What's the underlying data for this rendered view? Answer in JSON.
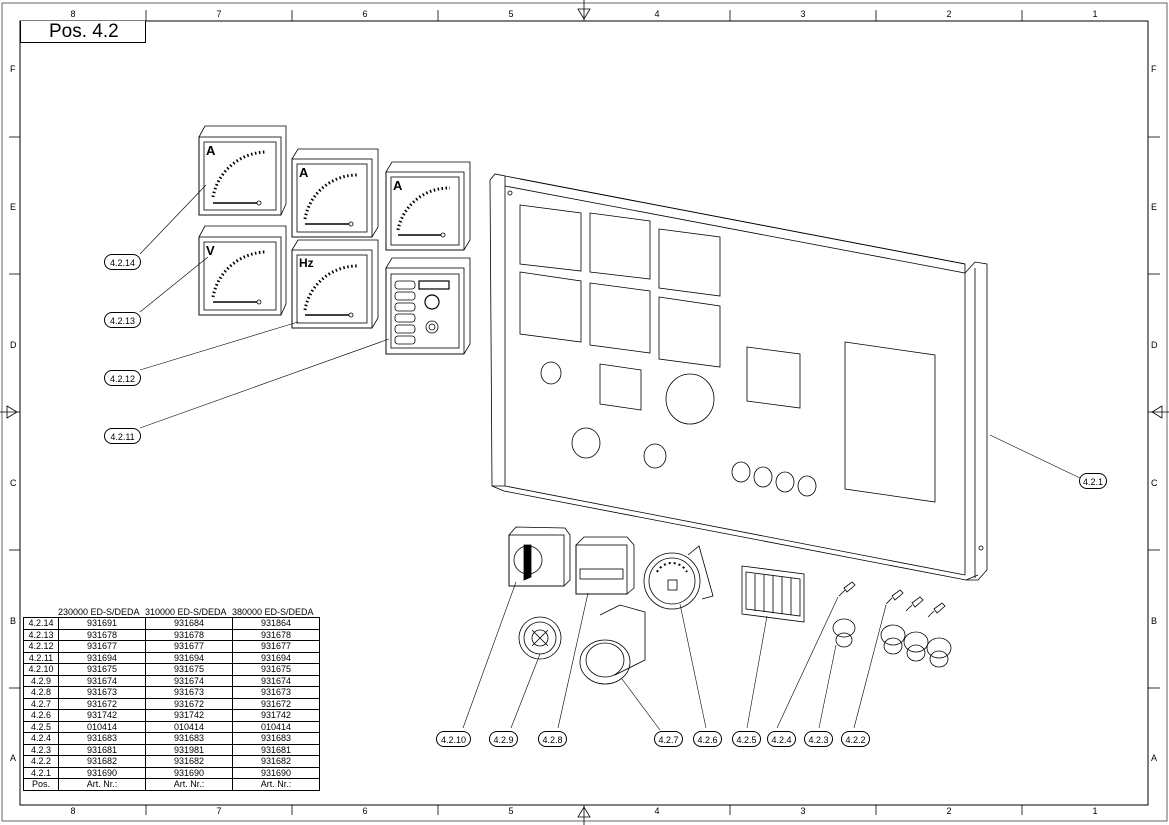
{
  "title": "Pos. 4.2",
  "columns_top": [
    "8",
    "7",
    "6",
    "5",
    "4",
    "3",
    "2",
    "1"
  ],
  "columns_bottom": [
    "8",
    "7",
    "6",
    "5",
    "4",
    "3",
    "2",
    "1"
  ],
  "rows_left": [
    "F",
    "E",
    "D",
    "C",
    "B",
    "A"
  ],
  "rows_right": [
    "F",
    "E",
    "D",
    "C",
    "B",
    "A"
  ],
  "callouts": {
    "c1": "4.2.1",
    "c2": "4.2.2",
    "c3": "4.2.3",
    "c4": "4.2.4",
    "c5": "4.2.5",
    "c6": "4.2.6",
    "c7": "4.2.7",
    "c8": "4.2.8",
    "c9": "4.2.9",
    "c10": "4.2.10",
    "c11": "4.2.11",
    "c12": "4.2.12",
    "c13": "4.2.13",
    "c14": "4.2.14"
  },
  "meters": {
    "a": "A",
    "v": "V",
    "hz": "Hz"
  },
  "table": {
    "headers": [
      "230000 ED-S/DEDA",
      "310000 ED-S/DEDA",
      "380000 ED-S/DEDA"
    ],
    "rows": [
      {
        "pos": "4.2.14",
        "a": "931691",
        "b": "931684",
        "c": "931864"
      },
      {
        "pos": "4.2.13",
        "a": "931678",
        "b": "931678",
        "c": "931678"
      },
      {
        "pos": "4.2.12",
        "a": "931677",
        "b": "931677",
        "c": "931677"
      },
      {
        "pos": "4.2.11",
        "a": "931694",
        "b": "931694",
        "c": "931694"
      },
      {
        "pos": "4.2.10",
        "a": "931675",
        "b": "931675",
        "c": "931675"
      },
      {
        "pos": "4.2.9",
        "a": "931674",
        "b": "931674",
        "c": "931674"
      },
      {
        "pos": "4.2.8",
        "a": "931673",
        "b": "931673",
        "c": "931673"
      },
      {
        "pos": "4.2.7",
        "a": "931672",
        "b": "931672",
        "c": "931672"
      },
      {
        "pos": "4.2.6",
        "a": "931742",
        "b": "931742",
        "c": "931742"
      },
      {
        "pos": "4.2.5",
        "a": "010414",
        "b": "010414",
        "c": "010414"
      },
      {
        "pos": "4.2.4",
        "a": "931683",
        "b": "931683",
        "c": "931683"
      },
      {
        "pos": "4.2.3",
        "a": "931681",
        "b": "931981",
        "c": "931681"
      },
      {
        "pos": "4.2.2",
        "a": "931682",
        "b": "931682",
        "c": "931682"
      },
      {
        "pos": "4.2.1",
        "a": "931690",
        "b": "931690",
        "c": "931690"
      }
    ],
    "footer": {
      "pos": "Pos.",
      "a": "Art. Nr.:",
      "b": "Art. Nr.:",
      "c": "Art. Nr.:"
    }
  }
}
